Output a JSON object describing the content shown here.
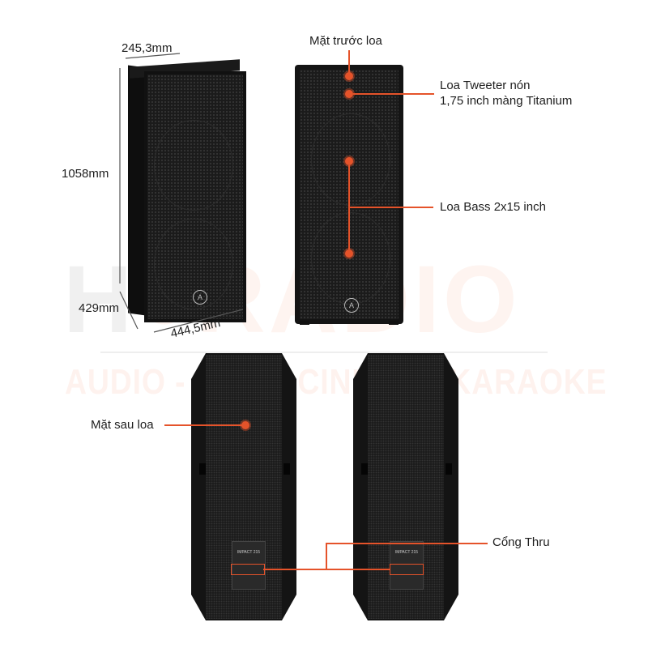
{
  "watermark": {
    "brand": "HORADIO",
    "tagline": "AUDIO - HOME CINEMA - KARAOKE"
  },
  "dimensions": {
    "depth_top": "245,3mm",
    "height": "1058mm",
    "depth_side": "429mm",
    "width": "444,5mm"
  },
  "callouts": {
    "front": "Mặt trước loa",
    "tweeter_line1": "Loa Tweeter nón",
    "tweeter_line2": "1,75 inch màng Titanium",
    "bass": "Loa Bass 2x15 inch",
    "rear": "Mặt sau loa",
    "thru": "Cổng Thru"
  },
  "rear_panel": {
    "model": "IMPACT 215"
  },
  "colors": {
    "accent": "#e5532a",
    "cabinet": "#141414"
  }
}
